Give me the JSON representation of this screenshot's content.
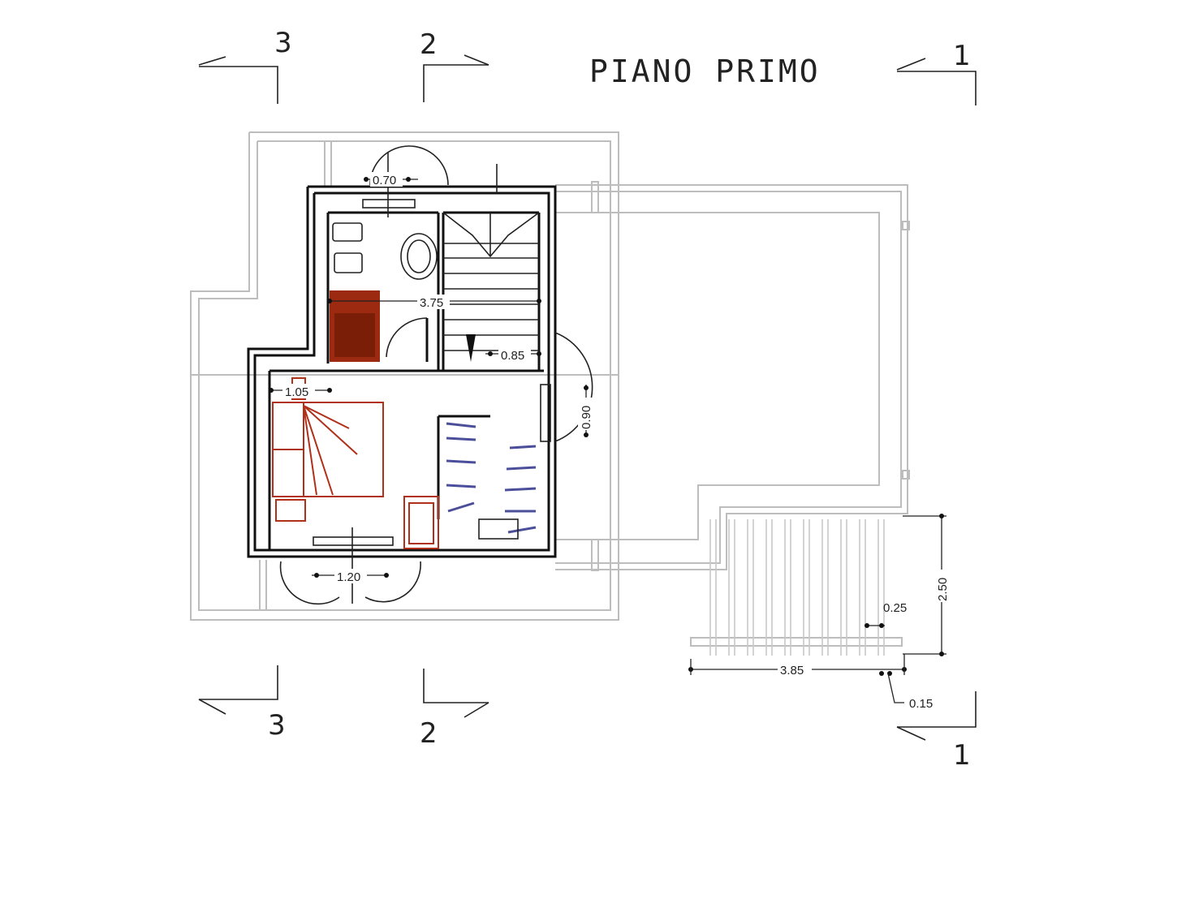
{
  "title": "PIANO PRIMO",
  "sections": {
    "top_left": "3",
    "top_middle": "2",
    "top_right": "1",
    "bottom_left": "3",
    "bottom_middle": "2",
    "bottom_right": "1"
  },
  "dimensions": {
    "door_top": "0.70",
    "bath_width": "3.75",
    "stair_door": "0.85",
    "bed_wall": "1.05",
    "side_door": "0.90",
    "bottom_window": "1.20",
    "stair_height": "2.50",
    "step": "0.25",
    "stair_length": "3.85",
    "railing": "0.15"
  },
  "colors": {
    "walls": "#111111",
    "outline": "#bdbdbd",
    "furniture_bedroom": "#b0301a",
    "wardrobe": "#4b4f9a"
  }
}
